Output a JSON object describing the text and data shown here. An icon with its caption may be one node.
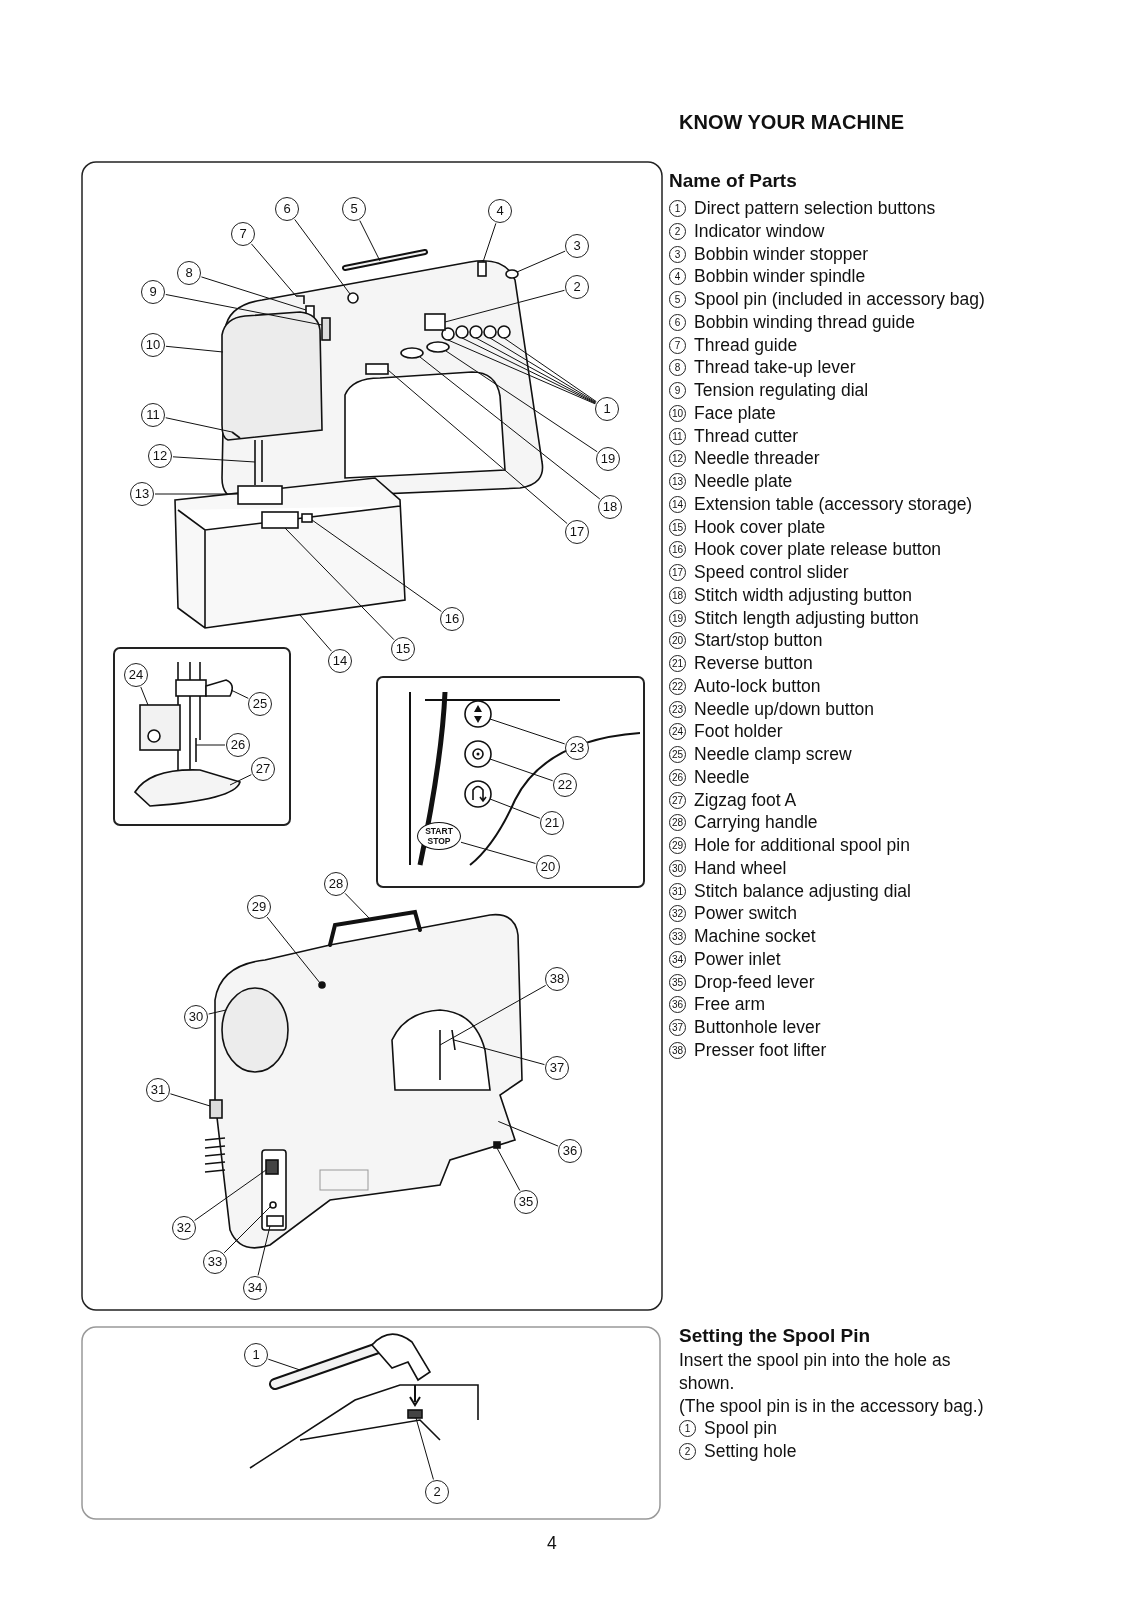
{
  "diagram": {
    "title": "KNOW YOUR MACHINE",
    "nodes": [
      {
        "text": [
          "1"
        ]
      },
      {
        "text": [
          "2"
        ]
      },
      {
        "text": [
          "3"
        ]
      },
      {
        "text": [
          "4"
        ]
      },
      {
        "text": [
          "5"
        ]
      },
      {
        "text": [
          "6"
        ]
      },
      {
        "text": [
          "7"
        ]
      },
      {
        "text": [
          "8"
        ]
      },
      {
        "text": [
          "9"
        ]
      },
      {
        "text": [
          "10"
        ]
      },
      {
        "text": [
          "11"
        ]
      },
      {
        "text": [
          "12"
        ]
      },
      {
        "text": [
          "13"
        ]
      },
      {
        "text": [
          "14"
        ]
      },
      {
        "text": [
          "15"
        ]
      },
      {
        "text": [
          "16"
        ]
      },
      {
        "text": [
          "17"
        ]
      },
      {
        "text": [
          "18"
        ]
      },
      {
        "text": [
          "19"
        ]
      },
      {
        "text": [
          "20"
        ]
      },
      {
        "text": [
          "21"
        ]
      },
      {
        "text": [
          "22"
        ]
      },
      {
        "text": [
          "23"
        ]
      },
      {
        "text": [
          "24"
        ]
      },
      {
        "text": [
          "25"
        ]
      },
      {
        "text": [
          "26"
        ]
      },
      {
        "text": [
          "27"
        ]
      },
      {
        "text": [
          "28"
        ]
      },
      {
        "text": [
          "29"
        ]
      },
      {
        "text": [
          "30"
        ]
      },
      {
        "text": [
          "31"
        ]
      },
      {
        "text": [
          "32"
        ]
      },
      {
        "text": [
          "33"
        ]
      },
      {
        "text": [
          "34"
        ]
      },
      {
        "text": [
          "35"
        ]
      },
      {
        "text": [
          "36"
        ]
      },
      {
        "text": [
          "37"
        ]
      },
      {
        "text": [
          "38"
        ]
      },
      {
        "text": [
          "1"
        ]
      },
      {
        "text": [
          "2"
        ]
      },
      {
        "text": [],
        "shape": "circle"
      },
      {
        "text": [],
        "shape": "circle"
      },
      {
        "text": [],
        "shape": "circle"
      },
      {
        "text": [],
        "shape": "circle"
      },
      {
        "text": [],
        "shape": "circle"
      },
      {
        "text": [],
        "shape": "box"
      },
      {
        "text": [],
        "shape": "ellipse"
      },
      {
        "text": [],
        "shape": "box"
      },
      {
        "text": [],
        "shape": "bar"
      },
      {
        "text": [],
        "shape": "circle"
      },
      {
        "text": [],
        "shape": "line"
      },
      {
        "text": [],
        "shape": "box"
      },
      {
        "text": [],
        "shape": "box"
      },
      {
        "text": [],
        "shape": "box"
      },
      {
        "text": [],
        "shape": "line",
        "in": 53
      },
      {
        "text": [],
        "shape": "line"
      },
      {
        "text": [],
        "shape": "box",
        "in": 57
      },
      {
        "text": [],
        "shape": "box"
      },
      {
        "text": [],
        "shape": "box",
        "in": 57
      },
      {
        "text": [],
        "shape": "box",
        "in": 57
      },
      {
        "text": [],
        "shape": "box"
      },
      {
        "text": [],
        "shape": "ellipse"
      },
      {
        "text": [],
        "shape": "ellipse"
      },
      {
        "text": [
          "START STOP"
        ]
      },
      {
        "text": [],
        "shape": "circle"
      },
      {
        "text": [],
        "shape": "circle"
      },
      {
        "text": [],
        "shape": "circle"
      },
      {
        "text": [],
        "shape": "box"
      },
      {
        "text": [],
        "shape": "box"
      },
      {
        "text": [],
        "shape": "line"
      },
      {
        "text": [],
        "shape": "picture"
      },
      {
        "text": [],
        "shape": "bar"
      },
      {
        "text": [],
        "shape": "circle"
      },
      {
        "text": [],
        "shape": "ellipse"
      },
      {
        "text": [],
        "shape": "box"
      },
      {
        "text": [],
        "shape": "box"
      },
      {
        "text": [],
        "shape": "circle"
      },
      {
        "text": [],
        "shape": "box"
      },
      {
        "text": [],
        "shape": "box"
      },
      {
        "text": [],
        "shape": "line"
      },
      {
        "text": [],
        "shape": "line"
      },
      {
        "text": [],
        "shape": "bar"
      },
      {
        "text": [],
        "shape": "box"
      }
    ],
    "edges": [
      {
        "from": 0,
        "to": 40,
        "arrow": "none"
      },
      {
        "from": 0,
        "to": 41,
        "arrow": "none"
      },
      {
        "from": 0,
        "to": 42,
        "arrow": "none"
      },
      {
        "from": 0,
        "to": 43,
        "arrow": "none"
      },
      {
        "from": 0,
        "to": 44,
        "arrow": "none"
      },
      {
        "from": 1,
        "to": 45,
        "arrow": "none"
      },
      {
        "from": 2,
        "to": 46,
        "arrow": "none"
      },
      {
        "from": 3,
        "to": 47,
        "arrow": "none"
      },
      {
        "from": 4,
        "to": 48,
        "arrow": "none"
      },
      {
        "from": 5,
        "to": 49,
        "arrow": "none"
      },
      {
        "from": 6,
        "to": 50,
        "arrow": "none"
      },
      {
        "from": 7,
        "to": 51,
        "arrow": "none"
      },
      {
        "from": 8,
        "to": 52,
        "arrow": "none"
      },
      {
        "from": 9,
        "to": 53,
        "arrow": "none"
      },
      {
        "from": 10,
        "to": 54,
        "arrow": "none"
      },
      {
        "from": 11,
        "to": 55,
        "arrow": "none"
      },
      {
        "from": 12,
        "to": 56,
        "arrow": "none"
      },
      {
        "from": 13,
        "to": 57,
        "arrow": "none"
      },
      {
        "from": 14,
        "to": 58,
        "arrow": "none"
      },
      {
        "from": 15,
        "to": 59,
        "arrow": "none"
      },
      {
        "from": 16,
        "to": 60,
        "arrow": "none"
      },
      {
        "from": 17,
        "to": 61,
        "arrow": "none"
      },
      {
        "from": 18,
        "to": 62,
        "arrow": "none"
      },
      {
        "from": 19,
        "to": 63,
        "arrow": "none"
      },
      {
        "from": 20,
        "to": 64,
        "arrow": "none"
      },
      {
        "from": 21,
        "to": 65,
        "arrow": "none"
      },
      {
        "from": 22,
        "to": 66,
        "arrow": "none"
      },
      {
        "from": 23,
        "to": 67,
        "arrow": "none"
      },
      {
        "from": 24,
        "to": 68,
        "arrow": "none"
      },
      {
        "from": 25,
        "to": 69,
        "arrow": "none"
      },
      {
        "from": 26,
        "to": 70,
        "arrow": "none"
      },
      {
        "from": 27,
        "to": 71,
        "arrow": "none"
      },
      {
        "from": 28,
        "to": 72,
        "arrow": "none"
      },
      {
        "from": 29,
        "to": 73,
        "arrow": "none"
      },
      {
        "from": 30,
        "to": 74,
        "arrow": "none"
      },
      {
        "from": 31,
        "to": 75,
        "arrow": "none"
      },
      {
        "from": 32,
        "to": 76,
        "arrow": "none"
      },
      {
        "from": 33,
        "to": 77,
        "arrow": "none"
      },
      {
        "from": 34,
        "to": 78,
        "arrow": "none"
      },
      {
        "from": 35,
        "to": null,
        "arrow": "none"
      },
      {
        "from": 36,
        "to": 79,
        "arrow": "none"
      },
      {
        "from": 37,
        "to": 80,
        "arrow": "none"
      },
      {
        "from": 38,
        "to": 81,
        "arrow": "none"
      },
      {
        "from": 39,
        "to": 82,
        "arrow": "none"
      }
    ],
    "labels": [
      "Name of Parts",
      "1 Direct pattern selection buttons",
      "2 Indicator window",
      "3 Bobbin winder stopper",
      "4 Bobbin winder spindle",
      "5 Spool pin (included in accessory bag)",
      "6 Bobbin winding thread guide",
      "7 Thread guide",
      "8 Thread take-up lever",
      "9 Tension regulating dial",
      "10 Face plate",
      "11 Thread cutter",
      "12 Needle threader",
      "13 Needle plate",
      "14 Extension table (accessory storage)",
      "15 Hook cover plate",
      "16 Hook cover plate release button",
      "17 Speed control slider",
      "18 Stitch width adjusting button",
      "19 Stitch length adjusting button",
      "20 Start/stop button",
      "21 Reverse button",
      "22 Auto-lock button",
      "23 Needle up/down button",
      "24 Foot holder",
      "25 Needle clamp screw",
      "26 Needle",
      "27 Zigzag foot A",
      "28 Carrying handle",
      "29 Hole for additional spool pin",
      "30 Hand wheel",
      "31 Stitch balance adjusting dial",
      "32 Power switch",
      "33 Machine socket",
      "34 Power inlet",
      "35 Drop-feed lever",
      "36 Free arm",
      "37 Buttonhole lever",
      "38 Presser foot lifter",
      "Setting the Spool Pin",
      "Insert the spool pin into the hole as shown.",
      "(The spool pin is in the accessory bag.)",
      "1 Spool pin",
      "2 Setting hole",
      "4"
    ]
  }
}
